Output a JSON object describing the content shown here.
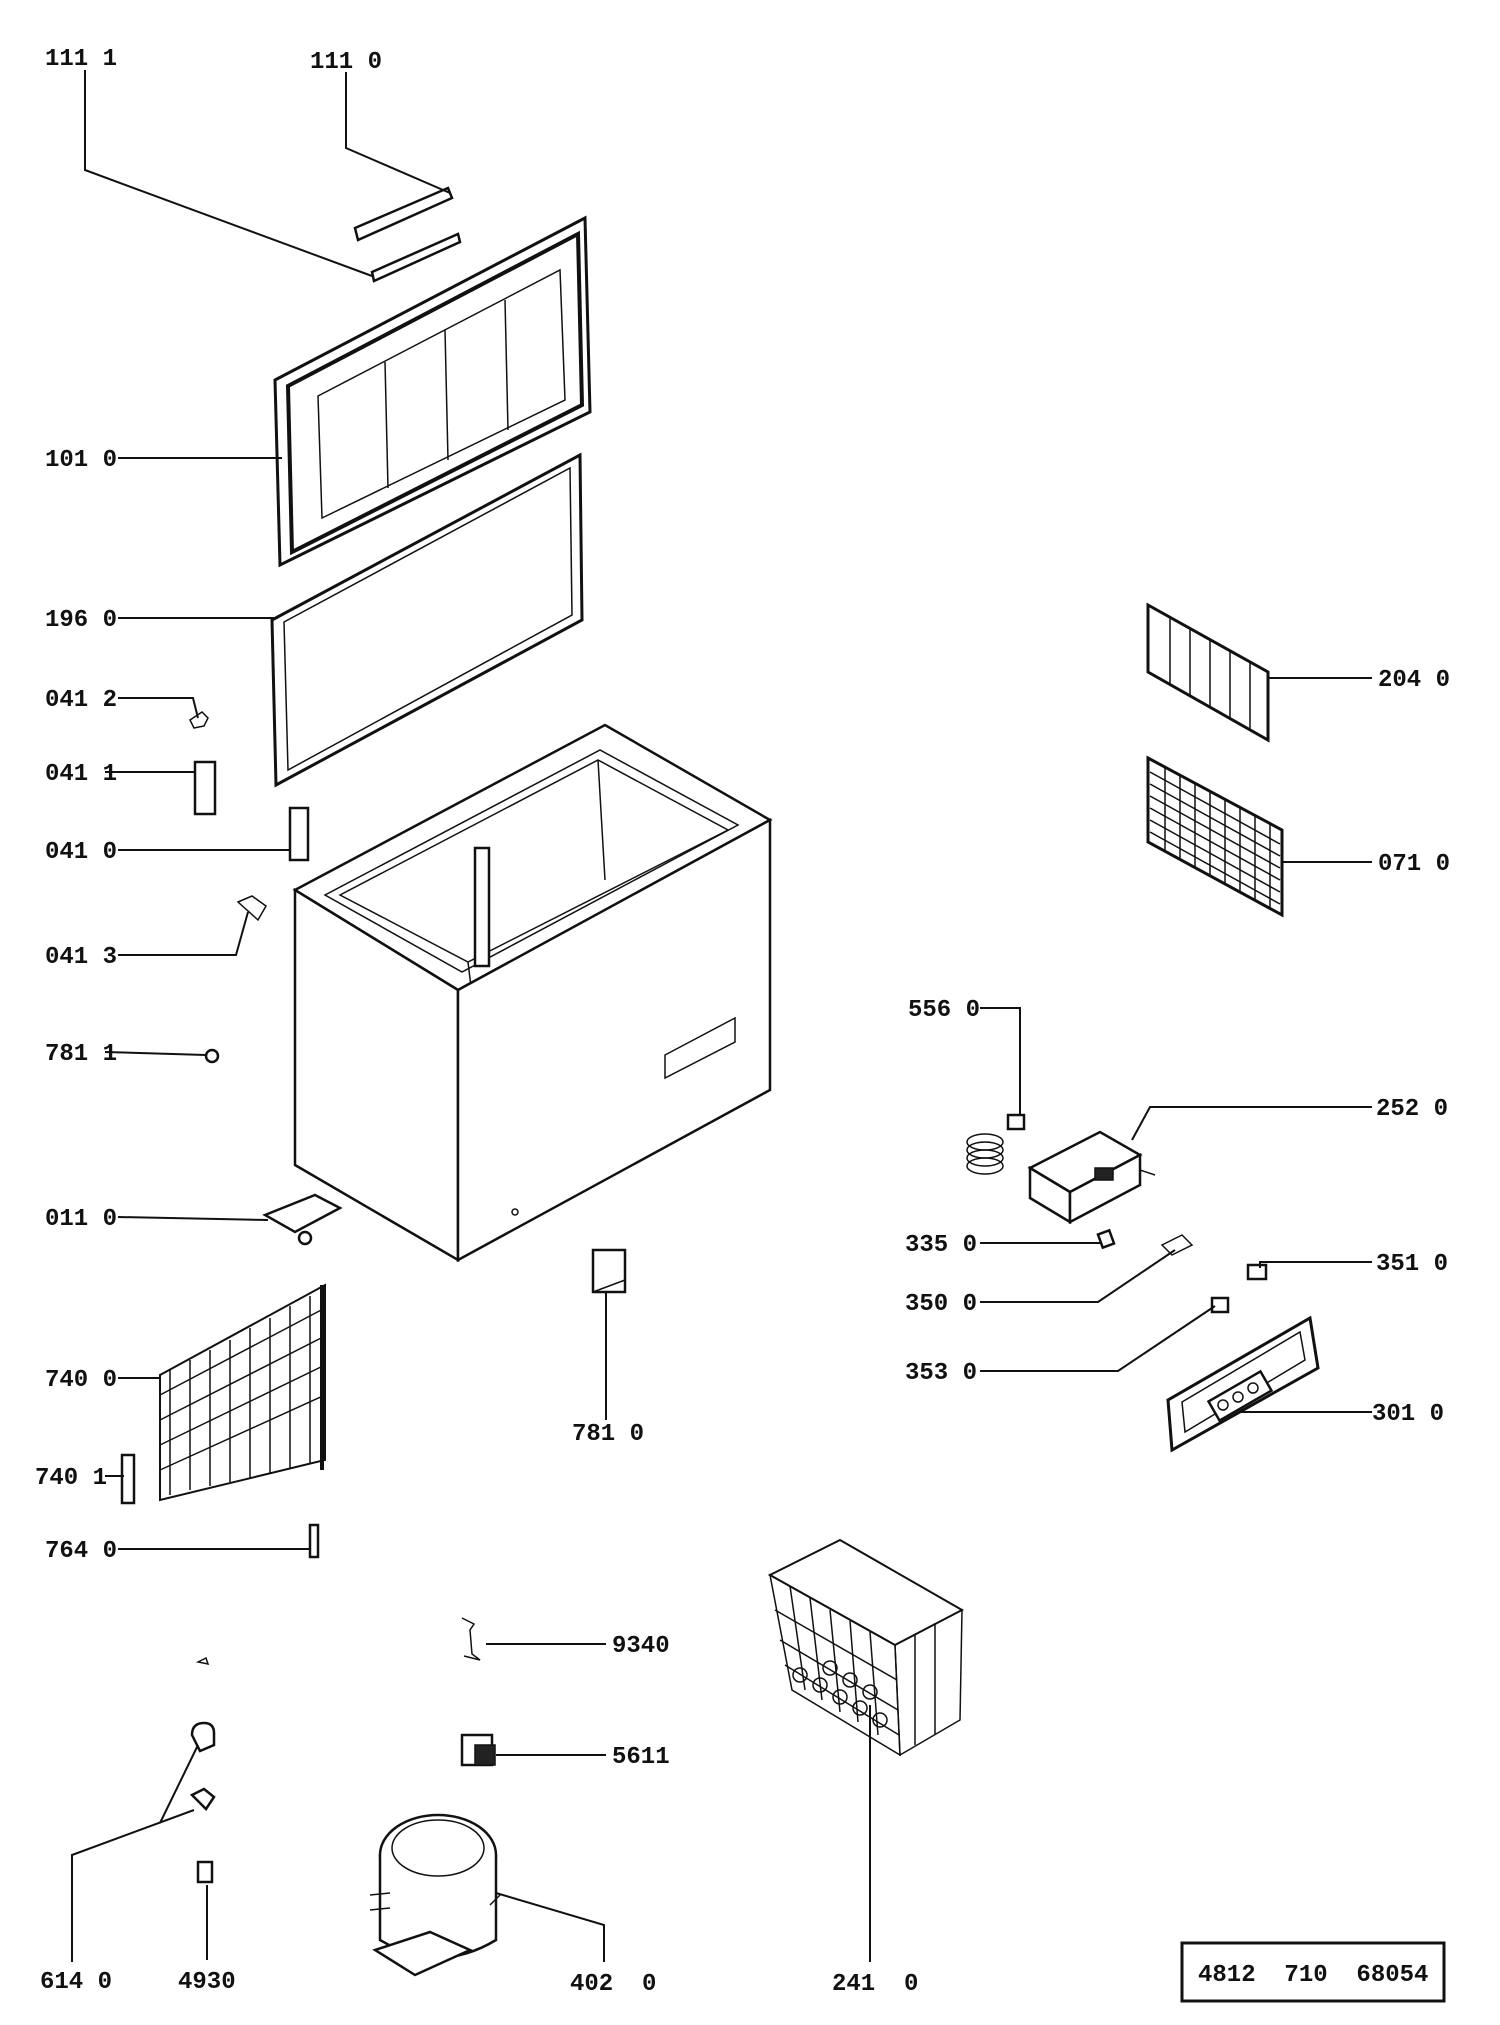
{
  "title": "",
  "callouts": {
    "c1111": "111 1",
    "c1110": "111 0",
    "c1010": "101 0",
    "c1960": "196 0",
    "c0412": "041 2",
    "c0411": "041 1",
    "c0410": "041 0",
    "c0413": "041 3",
    "c7811": "781 1",
    "c0110": "011 0",
    "c7400": "740 0",
    "c7401": "740 1",
    "c7640": "764 0",
    "c2040": "204 0",
    "c0710": "071 0",
    "c5560": "556 0",
    "c2520": "252 0",
    "c3350": "335 0",
    "c3510": "351 0",
    "c3500": "350 0",
    "c3530": "353 0",
    "c3010": "301 0",
    "c7810": "781 0",
    "c9340": "9340",
    "c5611": "5611",
    "c6140": "614 0",
    "c4930": "4930",
    "c4020": "402  0",
    "c2410": "241  0"
  },
  "part_number": "4812  710  68054"
}
